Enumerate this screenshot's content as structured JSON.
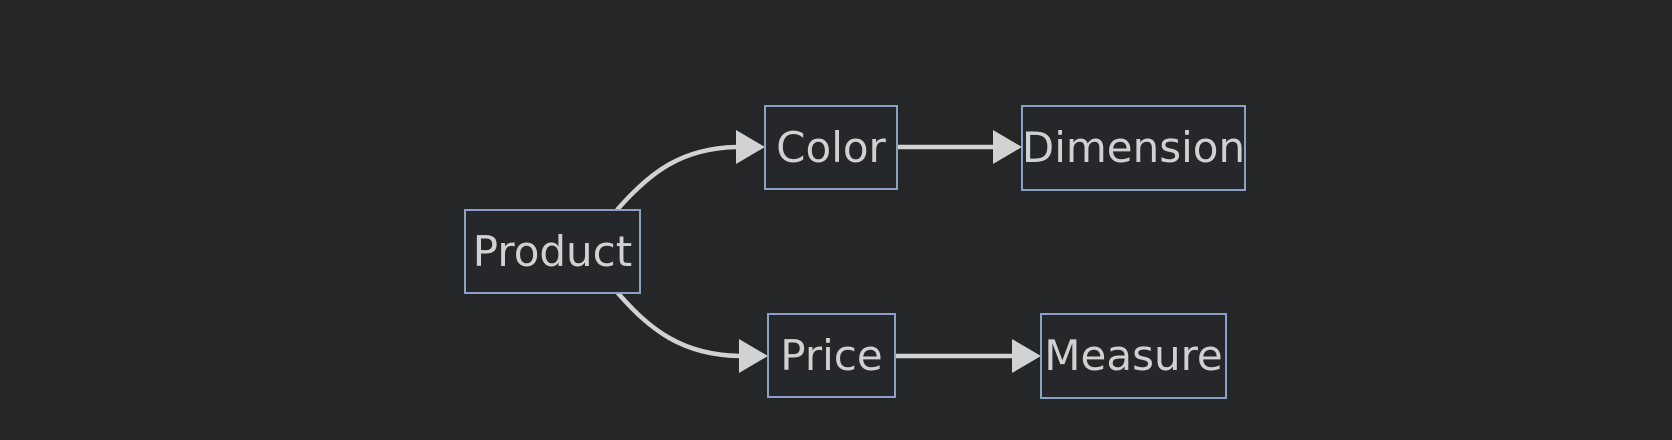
{
  "diagram": {
    "type": "flowchart",
    "direction": "left-to-right",
    "nodes": [
      {
        "id": "product",
        "label": "Product"
      },
      {
        "id": "color",
        "label": "Color"
      },
      {
        "id": "dimension",
        "label": "Dimension"
      },
      {
        "id": "price",
        "label": "Price"
      },
      {
        "id": "measure",
        "label": "Measure"
      }
    ],
    "edges": [
      {
        "from": "Product",
        "to": "Color",
        "style": "curved",
        "arrow": "filled-triangle"
      },
      {
        "from": "Product",
        "to": "Price",
        "style": "curved",
        "arrow": "filled-triangle"
      },
      {
        "from": "Color",
        "to": "Dimension",
        "style": "straight",
        "arrow": "filled-triangle"
      },
      {
        "from": "Price",
        "to": "Measure",
        "style": "straight",
        "arrow": "filled-triangle"
      }
    ],
    "colors": {
      "background": "#252628",
      "node_border": "#8ca0c4",
      "node_fill": "#26272a",
      "node_text": "#d1d1d1",
      "edge": "#d2d2d2"
    }
  }
}
